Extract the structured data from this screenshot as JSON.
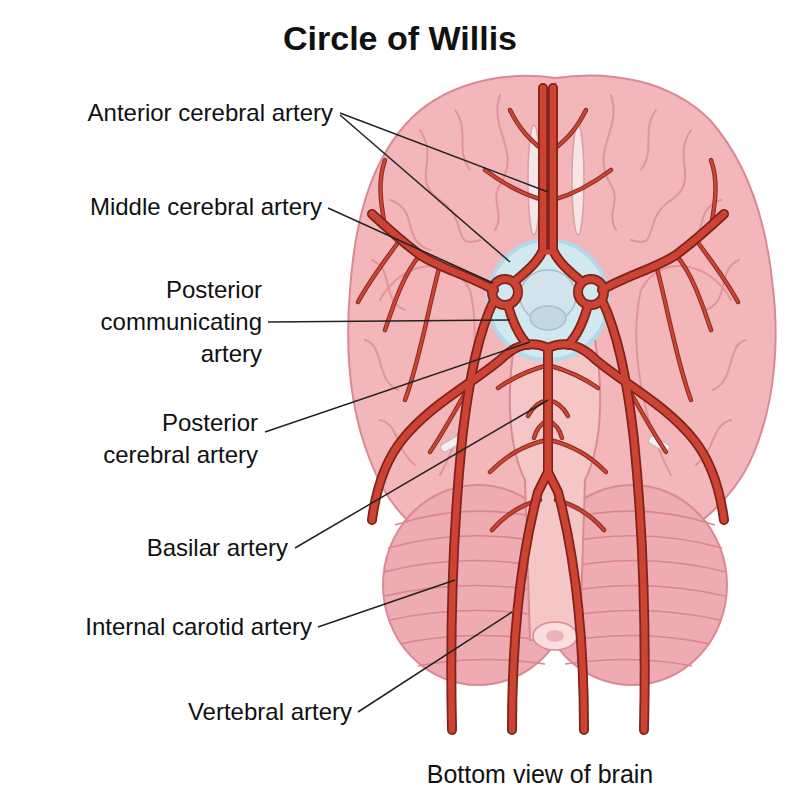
{
  "diagram": {
    "title": "Circle of Willis",
    "caption": "Bottom view of brain",
    "labels": [
      "Anterior cerebral artery",
      "Middle cerebral artery",
      "Posterior communicating artery",
      "Posterior cerebral artery",
      "Basilar artery",
      "Internal carotid artery",
      "Vertebral artery"
    ]
  }
}
